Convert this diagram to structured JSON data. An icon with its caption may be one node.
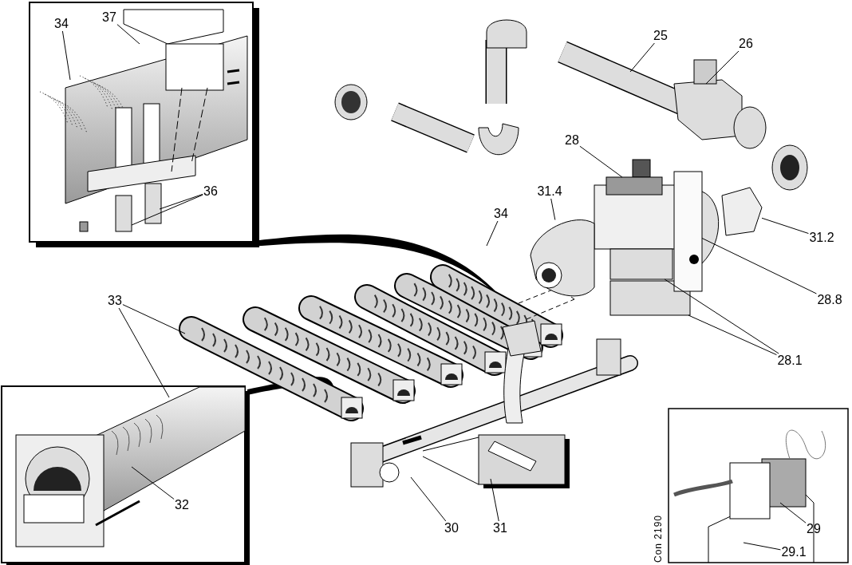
{
  "diagram": {
    "nodes": [
      {
        "text": [
          "34"
        ]
      },
      {
        "text": [
          "37"
        ]
      },
      {
        "text": [
          "36"
        ]
      },
      {
        "text": [
          "25"
        ]
      },
      {
        "text": [
          "26"
        ]
      },
      {
        "text": [
          "28"
        ]
      },
      {
        "text": [
          "31.4"
        ]
      },
      {
        "text": [
          "31.2"
        ]
      },
      {
        "text": [
          "28.8"
        ]
      },
      {
        "text": [
          "28.1"
        ]
      },
      {
        "text": [
          "34"
        ]
      },
      {
        "text": [
          "33"
        ]
      },
      {
        "text": [
          "32"
        ]
      },
      {
        "text": [
          "30"
        ]
      },
      {
        "text": [
          "31"
        ]
      },
      {
        "text": [
          "29"
        ]
      },
      {
        "text": [
          "29.1"
        ]
      },
      {
        "text": [],
        "shape": "box"
      },
      {
        "text": [],
        "shape": "picture"
      },
      {
        "text": [],
        "shape": "picture"
      },
      {
        "text": [],
        "shape": "picture"
      },
      {
        "text": [],
        "shape": "box"
      },
      {
        "text": [],
        "shape": "box"
      }
    ],
    "edges": [
      {
        "from": 0,
        "to": null,
        "arrow": "none"
      },
      {
        "from": 1,
        "to": null,
        "arrow": "none"
      },
      {
        "from": 2,
        "to": null,
        "arrow": "none"
      },
      {
        "from": 2,
        "to": null,
        "arrow": "none"
      },
      {
        "from": 3,
        "to": null,
        "arrow": "none"
      },
      {
        "from": 4,
        "to": null,
        "arrow": "none"
      },
      {
        "from": 5,
        "to": 17,
        "arrow": "none"
      },
      {
        "from": 6,
        "to": 18,
        "arrow": "none"
      },
      {
        "from": 7,
        "to": 19,
        "arrow": "none"
      },
      {
        "from": 8,
        "to": 20,
        "arrow": "none"
      },
      {
        "from": 9,
        "to": 21,
        "arrow": "none"
      },
      {
        "from": 9,
        "to": 22,
        "arrow": "none"
      },
      {
        "from": 10,
        "to": null,
        "arrow": "none"
      },
      {
        "from": 11,
        "to": null,
        "arrow": "none"
      },
      {
        "from": 11,
        "to": null,
        "arrow": "none"
      },
      {
        "from": 12,
        "to": null,
        "arrow": "none"
      },
      {
        "from": 13,
        "to": null,
        "arrow": "none"
      },
      {
        "from": 14,
        "to": null,
        "arrow": "none"
      },
      {
        "from": 15,
        "to": null,
        "arrow": "none"
      },
      {
        "from": 16,
        "to": null,
        "arrow": "none"
      }
    ],
    "labels": [
      "Con 2190"
    ]
  }
}
